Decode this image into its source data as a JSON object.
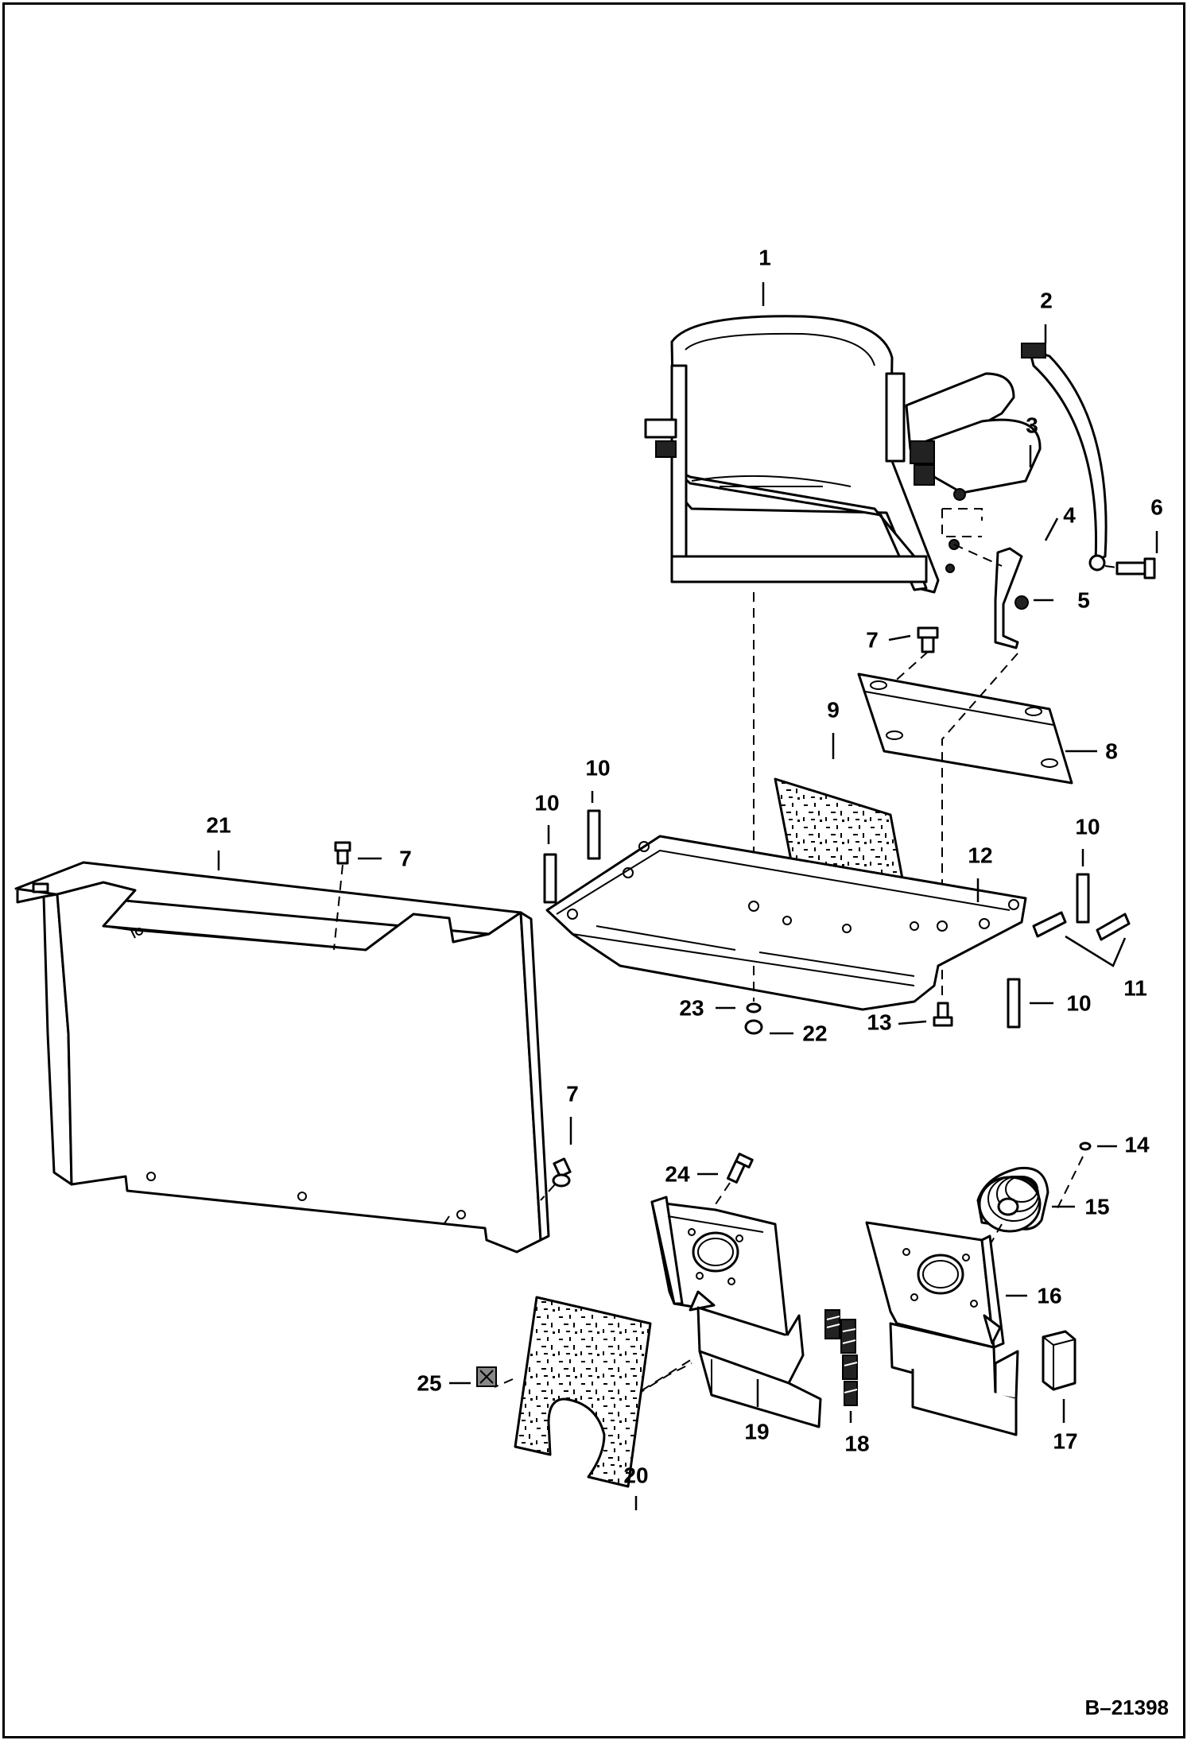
{
  "drawing_id": "B–21398",
  "callouts": [
    {
      "id": "p1",
      "number": "1"
    },
    {
      "id": "p2",
      "number": "2"
    },
    {
      "id": "p3",
      "number": "3"
    },
    {
      "id": "p4",
      "number": "4"
    },
    {
      "id": "p5",
      "number": "5"
    },
    {
      "id": "p6",
      "number": "6"
    },
    {
      "id": "p7a",
      "number": "7"
    },
    {
      "id": "p7b",
      "number": "7"
    },
    {
      "id": "p7c",
      "number": "7"
    },
    {
      "id": "p8",
      "number": "8"
    },
    {
      "id": "p9",
      "number": "9"
    },
    {
      "id": "p10a",
      "number": "10"
    },
    {
      "id": "p10b",
      "number": "10"
    },
    {
      "id": "p10c",
      "number": "10"
    },
    {
      "id": "p10d",
      "number": "10"
    },
    {
      "id": "p11",
      "number": "11"
    },
    {
      "id": "p12",
      "number": "12"
    },
    {
      "id": "p13",
      "number": "13"
    },
    {
      "id": "p14",
      "number": "14"
    },
    {
      "id": "p15",
      "number": "15"
    },
    {
      "id": "p16",
      "number": "16"
    },
    {
      "id": "p17",
      "number": "17"
    },
    {
      "id": "p18",
      "number": "18"
    },
    {
      "id": "p19",
      "number": "19"
    },
    {
      "id": "p20",
      "number": "20"
    },
    {
      "id": "p21",
      "number": "21"
    },
    {
      "id": "p22",
      "number": "22"
    },
    {
      "id": "p23",
      "number": "23"
    },
    {
      "id": "p24",
      "number": "24"
    },
    {
      "id": "p25",
      "number": "25"
    }
  ]
}
